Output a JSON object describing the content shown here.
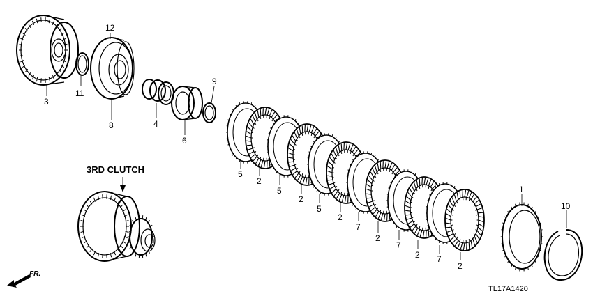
{
  "diagram": {
    "group_label": "3RD CLUTCH",
    "drawing_code": "TL17A1420",
    "front_label": "FR.",
    "callouts": {
      "p1": "1",
      "p2a": "2",
      "p2b": "2",
      "p2c": "2",
      "p2d": "2",
      "p2e": "2",
      "p2f": "2",
      "p3": "3",
      "p4": "4",
      "p5a": "5",
      "p5b": "5",
      "p5c": "5",
      "p6": "6",
      "p7a": "7",
      "p7b": "7",
      "p7c": "7",
      "p8": "8",
      "p9": "9",
      "p10": "10",
      "p11": "11",
      "p12": "12"
    }
  }
}
